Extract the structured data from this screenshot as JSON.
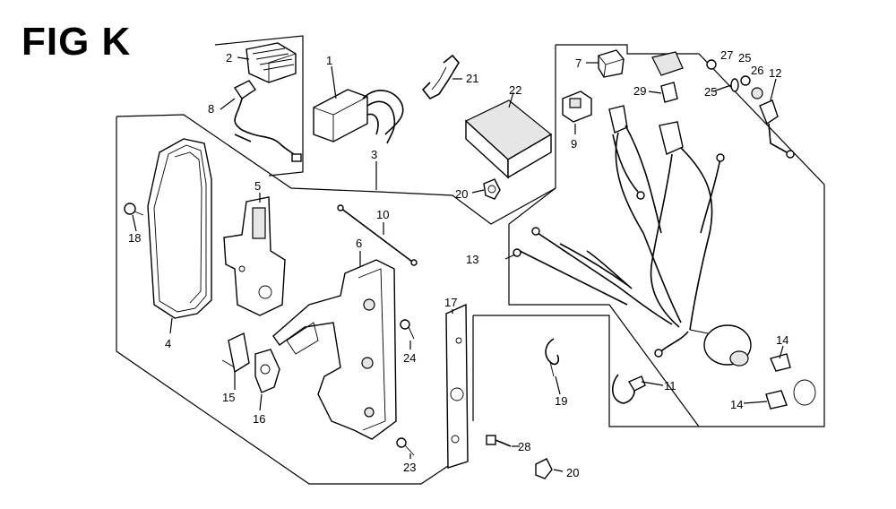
{
  "title": "FIG K",
  "callouts": {
    "c1": "1",
    "c2": "2",
    "c3": "3",
    "c4": "4",
    "c5": "5",
    "c6": "6",
    "c7": "7",
    "c8": "8",
    "c9": "9",
    "c10": "10",
    "c11": "11",
    "c12": "12",
    "c13": "13",
    "c14a": "14",
    "c14b": "14",
    "c15": "15",
    "c16": "16",
    "c17": "17",
    "c18": "18",
    "c19": "19",
    "c20a": "20",
    "c20b": "20",
    "c21": "21",
    "c22": "22",
    "c23": "23",
    "c24": "24",
    "c25a": "25",
    "c25b": "25",
    "c26": "26",
    "c27": "27",
    "c28": "28",
    "c29": "29"
  }
}
